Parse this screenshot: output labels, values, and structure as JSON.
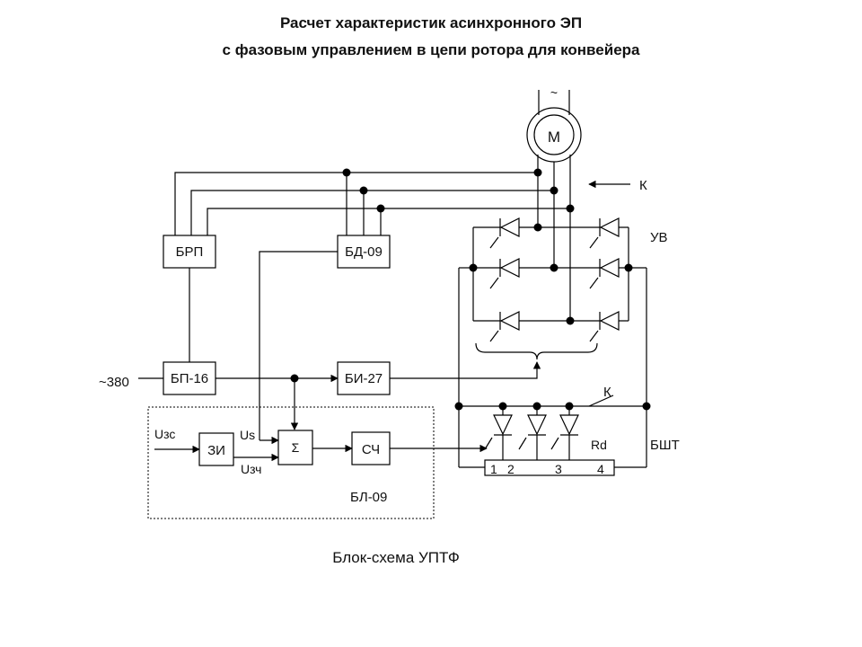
{
  "title_line1": "Расчет характеристик асинхронного ЭП",
  "title_line2": "с фазовым управлением в цепи ротора для конвейера",
  "caption": "Блок-схема УПТФ",
  "blocks": {
    "brp": "БРП",
    "bd09": "БД-09",
    "bp16": "БП-16",
    "bi27": "БИ-27",
    "zi": "ЗИ",
    "sum": "Σ",
    "sch": "СЧ",
    "bl09": "БЛ-09"
  },
  "motor": "М",
  "ac_symbol": "~",
  "supply": "~380",
  "labels": {
    "k_top": "К",
    "uv": "УВ",
    "k_switch": "К",
    "rd": "Rd",
    "bsht": "БШТ",
    "u_zs": "Uзс",
    "u_s": "Us",
    "u_zch": "Uзч"
  },
  "terminals": [
    "1",
    "2",
    "3",
    "4"
  ]
}
